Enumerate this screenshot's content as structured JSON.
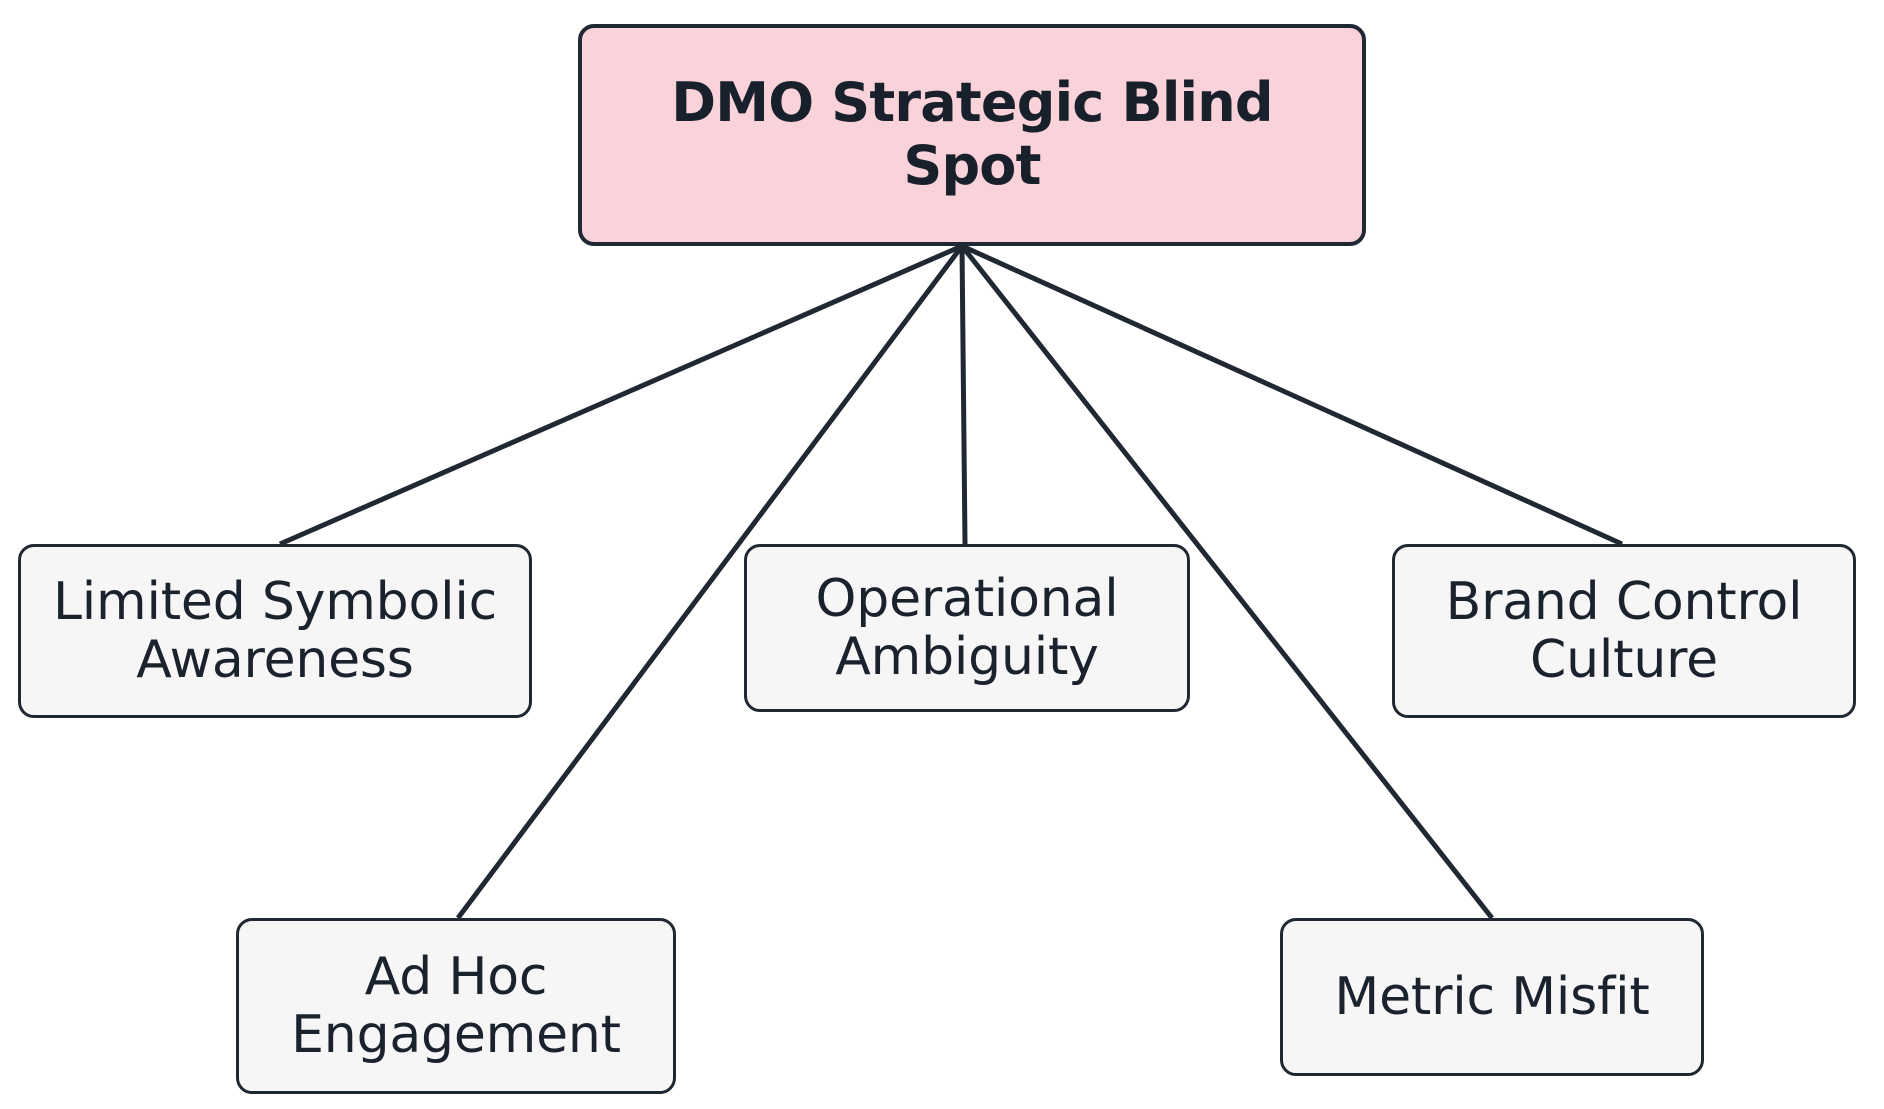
{
  "diagram": {
    "type": "tree",
    "orientation": "top-down",
    "title": "DMO Strategic Blind Spot",
    "background_color": "#ffffff",
    "root": {
      "id": "root",
      "label": "DMO Strategic Blind\nSpot",
      "fill_color": "#fad2d9",
      "border_color": "#1f2833",
      "text_color": "#18202b",
      "bold": true
    },
    "children": [
      {
        "id": "limited-symbolic-awareness",
        "label": "Limited Symbolic\nAwareness",
        "fill_color": "#f6f6f6",
        "border_color": "#1f2833",
        "text_color": "#1a222e"
      },
      {
        "id": "ad-hoc-engagement",
        "label": "Ad Hoc\nEngagement",
        "fill_color": "#f6f6f6",
        "border_color": "#1f2833",
        "text_color": "#1a222e"
      },
      {
        "id": "operational-ambiguity",
        "label": "Operational\nAmbiguity",
        "fill_color": "#f6f6f6",
        "border_color": "#1f2833",
        "text_color": "#1a222e"
      },
      {
        "id": "metric-misfit",
        "label": "Metric Misfit",
        "fill_color": "#f6f6f6",
        "border_color": "#1f2833",
        "text_color": "#1a222e"
      },
      {
        "id": "brand-control-culture",
        "label": "Brand Control\nCulture",
        "fill_color": "#f6f6f6",
        "border_color": "#1f2833",
        "text_color": "#1a222e"
      }
    ],
    "edges": [
      {
        "from": "root",
        "to": "limited-symbolic-awareness"
      },
      {
        "from": "root",
        "to": "ad-hoc-engagement"
      },
      {
        "from": "root",
        "to": "operational-ambiguity"
      },
      {
        "from": "root",
        "to": "metric-misfit"
      },
      {
        "from": "root",
        "to": "brand-control-culture"
      }
    ],
    "edge_color": "#1f2833",
    "edge_width": 5
  }
}
